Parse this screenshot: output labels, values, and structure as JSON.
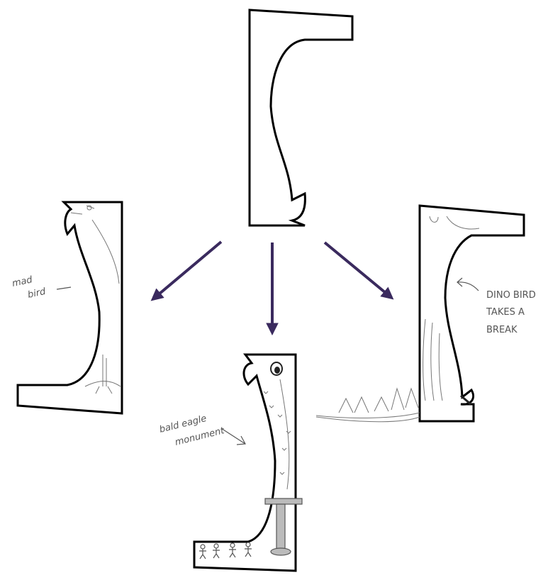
{
  "colors": {
    "arrow": "#3a2a5e",
    "outline": "#000000",
    "pencil": "#6b6b6b",
    "background": "#ffffff"
  },
  "annotations": {
    "mad_bird": [
      "mad",
      "bird"
    ],
    "bald_eagle": [
      "bald eagle",
      "monument"
    ],
    "dino_bird": [
      "DINO BIRD",
      "TAKES A",
      "BREAK"
    ]
  },
  "icons": [
    "arrow-left-down-icon",
    "arrow-down-icon",
    "arrow-right-down-icon"
  ]
}
